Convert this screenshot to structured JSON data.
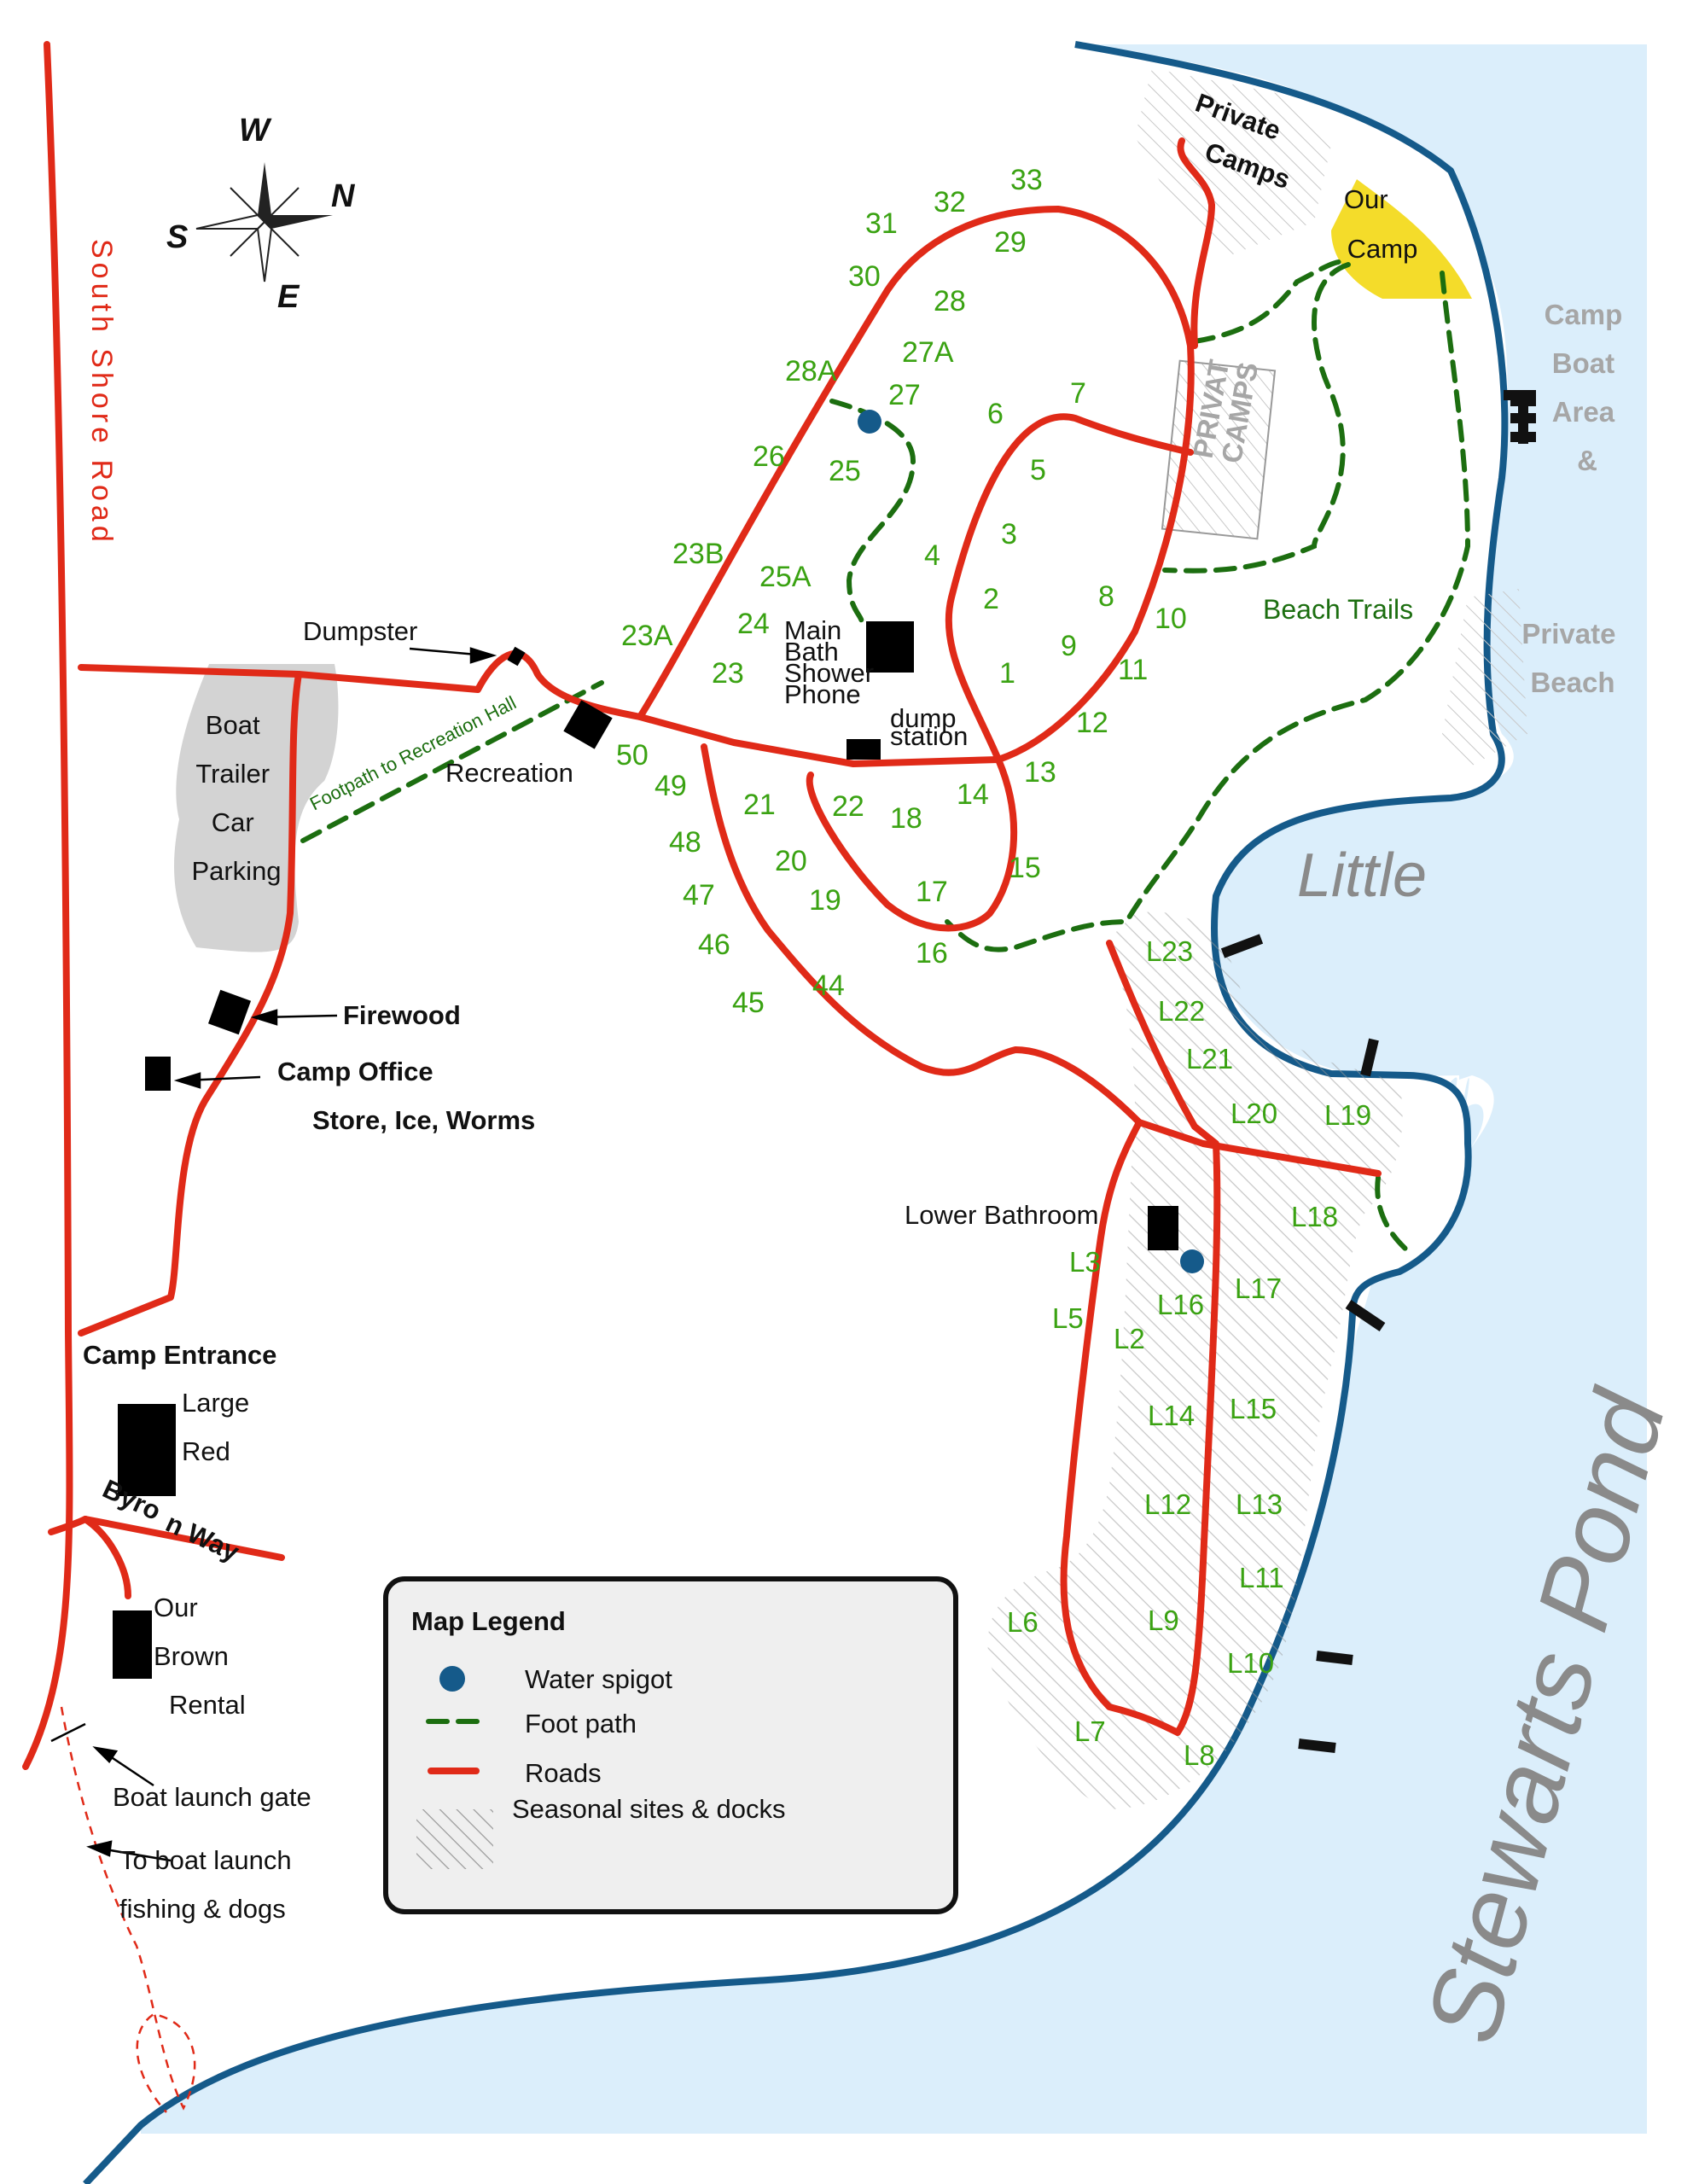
{
  "colors": {
    "road": "#e02a18",
    "foot_path": "#1c6e10",
    "water": "#dbeefb",
    "shoreline": "#155a8a",
    "site_number": "#3aa212",
    "our_camp": "#f4dc2a",
    "parking": "#d3d3d3",
    "water_spigot": "#155a8a"
  },
  "compass": {
    "w": "W",
    "n": "N",
    "s": "S",
    "e": "E",
    "icon": "compass-rose-icon"
  },
  "roads": {
    "south_shore_road": "South Shore Road",
    "byron_way_part1": "Byro",
    "byron_way_part2": "n Way"
  },
  "water": {
    "pond_word1": "Little",
    "pond_word2": "Stewarts Pond",
    "camp_boat_area": [
      "Camp",
      "Boat",
      "Area",
      "&"
    ],
    "private_beach": [
      "Private",
      "Beach"
    ]
  },
  "labels": {
    "private_camps_line1": "Private",
    "private_camps_line2": "Camps",
    "our_camp_line1": "Our",
    "our_camp_line2": "Camp",
    "privat_camps_line1": "PRIVAT",
    "privat_camps_line2": "CAMPS",
    "dumpster": "Dumpster",
    "boat_trailer_parking": [
      "Boat",
      "Trailer",
      "Car",
      "Parking"
    ],
    "footpath_to_rec": "Footpath to Recreation Hall",
    "recreation": "Recreation",
    "main_bath": [
      "Main",
      "Bath",
      "Shower",
      "Phone"
    ],
    "dump_station": [
      "dump",
      "station"
    ],
    "beach_trails": "Beach Trails",
    "firewood": "Firewood",
    "camp_office": "Camp Office",
    "store": "Store, Ice, Worms",
    "camp_entrance": "Camp Entrance",
    "large_red": [
      "Large",
      "Red"
    ],
    "our_brown_rental": [
      "Our",
      "Brown",
      "Rental"
    ],
    "boat_launch_gate": "Boat launch gate",
    "to_boat_launch_line1": "To boat launch",
    "to_boat_launch_line2": "fishing & dogs",
    "lower_bathroom": "Lower Bathroom"
  },
  "sites": [
    "33",
    "32",
    "31",
    "29",
    "30",
    "28",
    "27A",
    "28A",
    "27",
    "7",
    "6",
    "26",
    "25",
    "5",
    "3",
    "23B",
    "4",
    "25A",
    "8",
    "10",
    "2",
    "24",
    "23A",
    "9",
    "1",
    "11",
    "23",
    "12",
    "50",
    "13",
    "49",
    "21",
    "22",
    "14",
    "18",
    "48",
    "20",
    "15",
    "47",
    "19",
    "17",
    "46",
    "16",
    "44",
    "45"
  ],
  "seasonal_sites": [
    "L23",
    "L22",
    "L21",
    "L20",
    "L19",
    "L18",
    "L3",
    "L17",
    "L16",
    "L5",
    "L2",
    "L14",
    "L15",
    "L12",
    "L13",
    "L11",
    "L6",
    "L9",
    "L10",
    "L7",
    "L8"
  ],
  "legend": {
    "title": "Map Legend",
    "items": [
      {
        "label": "Water spigot",
        "symbol": "water-spigot-icon"
      },
      {
        "label": "Foot path",
        "symbol": "foot-path-line"
      },
      {
        "label": "Roads",
        "symbol": "road-line"
      },
      {
        "label": "Seasonal sites & docks",
        "symbol": "hatch-swatch"
      }
    ]
  }
}
